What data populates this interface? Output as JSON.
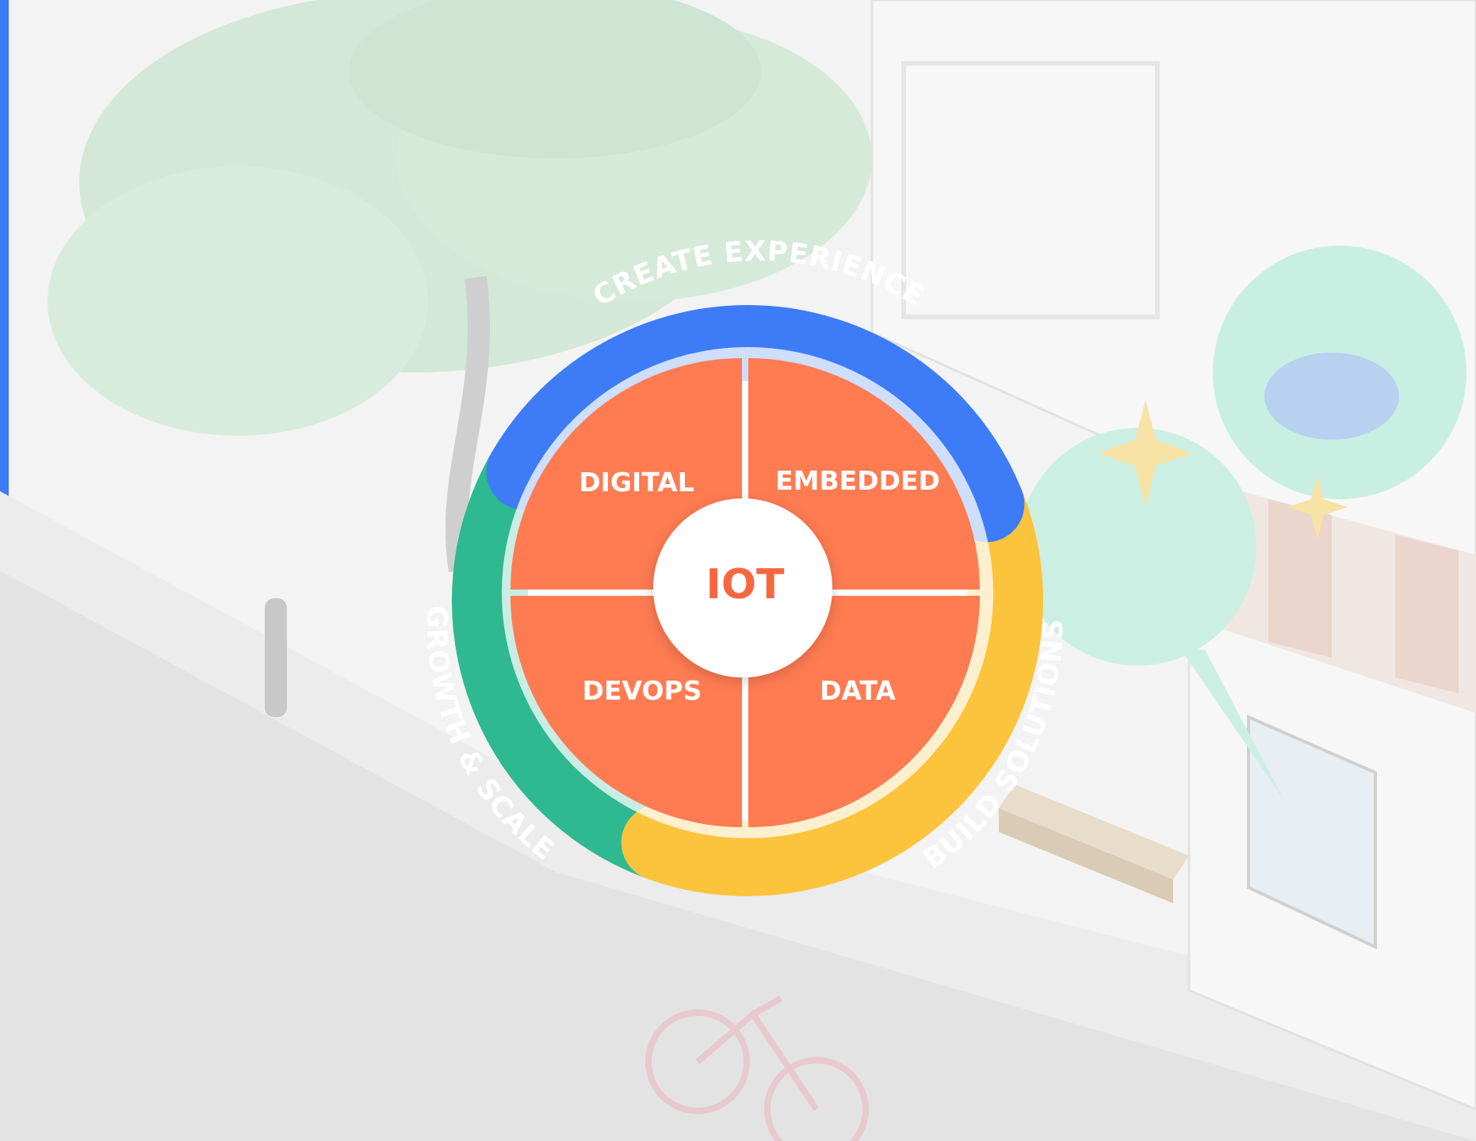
{
  "diagram": {
    "center": {
      "label": "IOT"
    },
    "quadrants": [
      {
        "id": "digital",
        "label": "DIGITAL"
      },
      {
        "id": "embedded",
        "label": "EMBEDDED"
      },
      {
        "id": "devops",
        "label": "DEVOPS"
      },
      {
        "id": "data",
        "label": "DATA"
      }
    ],
    "ring_segments": [
      {
        "id": "create-experience",
        "label": "CREATE EXPERIENCE",
        "color": "#3d7bf7"
      },
      {
        "id": "build-solutions",
        "label": "BUILD SOLUTIONS",
        "color": "#fbc43c"
      },
      {
        "id": "growth-scale",
        "label": "GROWTH & SCALE",
        "color": "#2fb991"
      }
    ]
  },
  "colors": {
    "accent_bar": "#3d7bf7",
    "quadrant_fill": "#ff7b52",
    "center_text": "#f6673f",
    "background": "#f3f3f3",
    "scene_tree": "#d6eadb",
    "scene_road": "#e1e1e1"
  },
  "background": {
    "description_icons": [
      "tree-icon",
      "street-icon",
      "bench-icon",
      "sign-board-icon",
      "bicycle-icon",
      "bluetooth-speech-bubble-icon",
      "sparkle-icon"
    ]
  }
}
